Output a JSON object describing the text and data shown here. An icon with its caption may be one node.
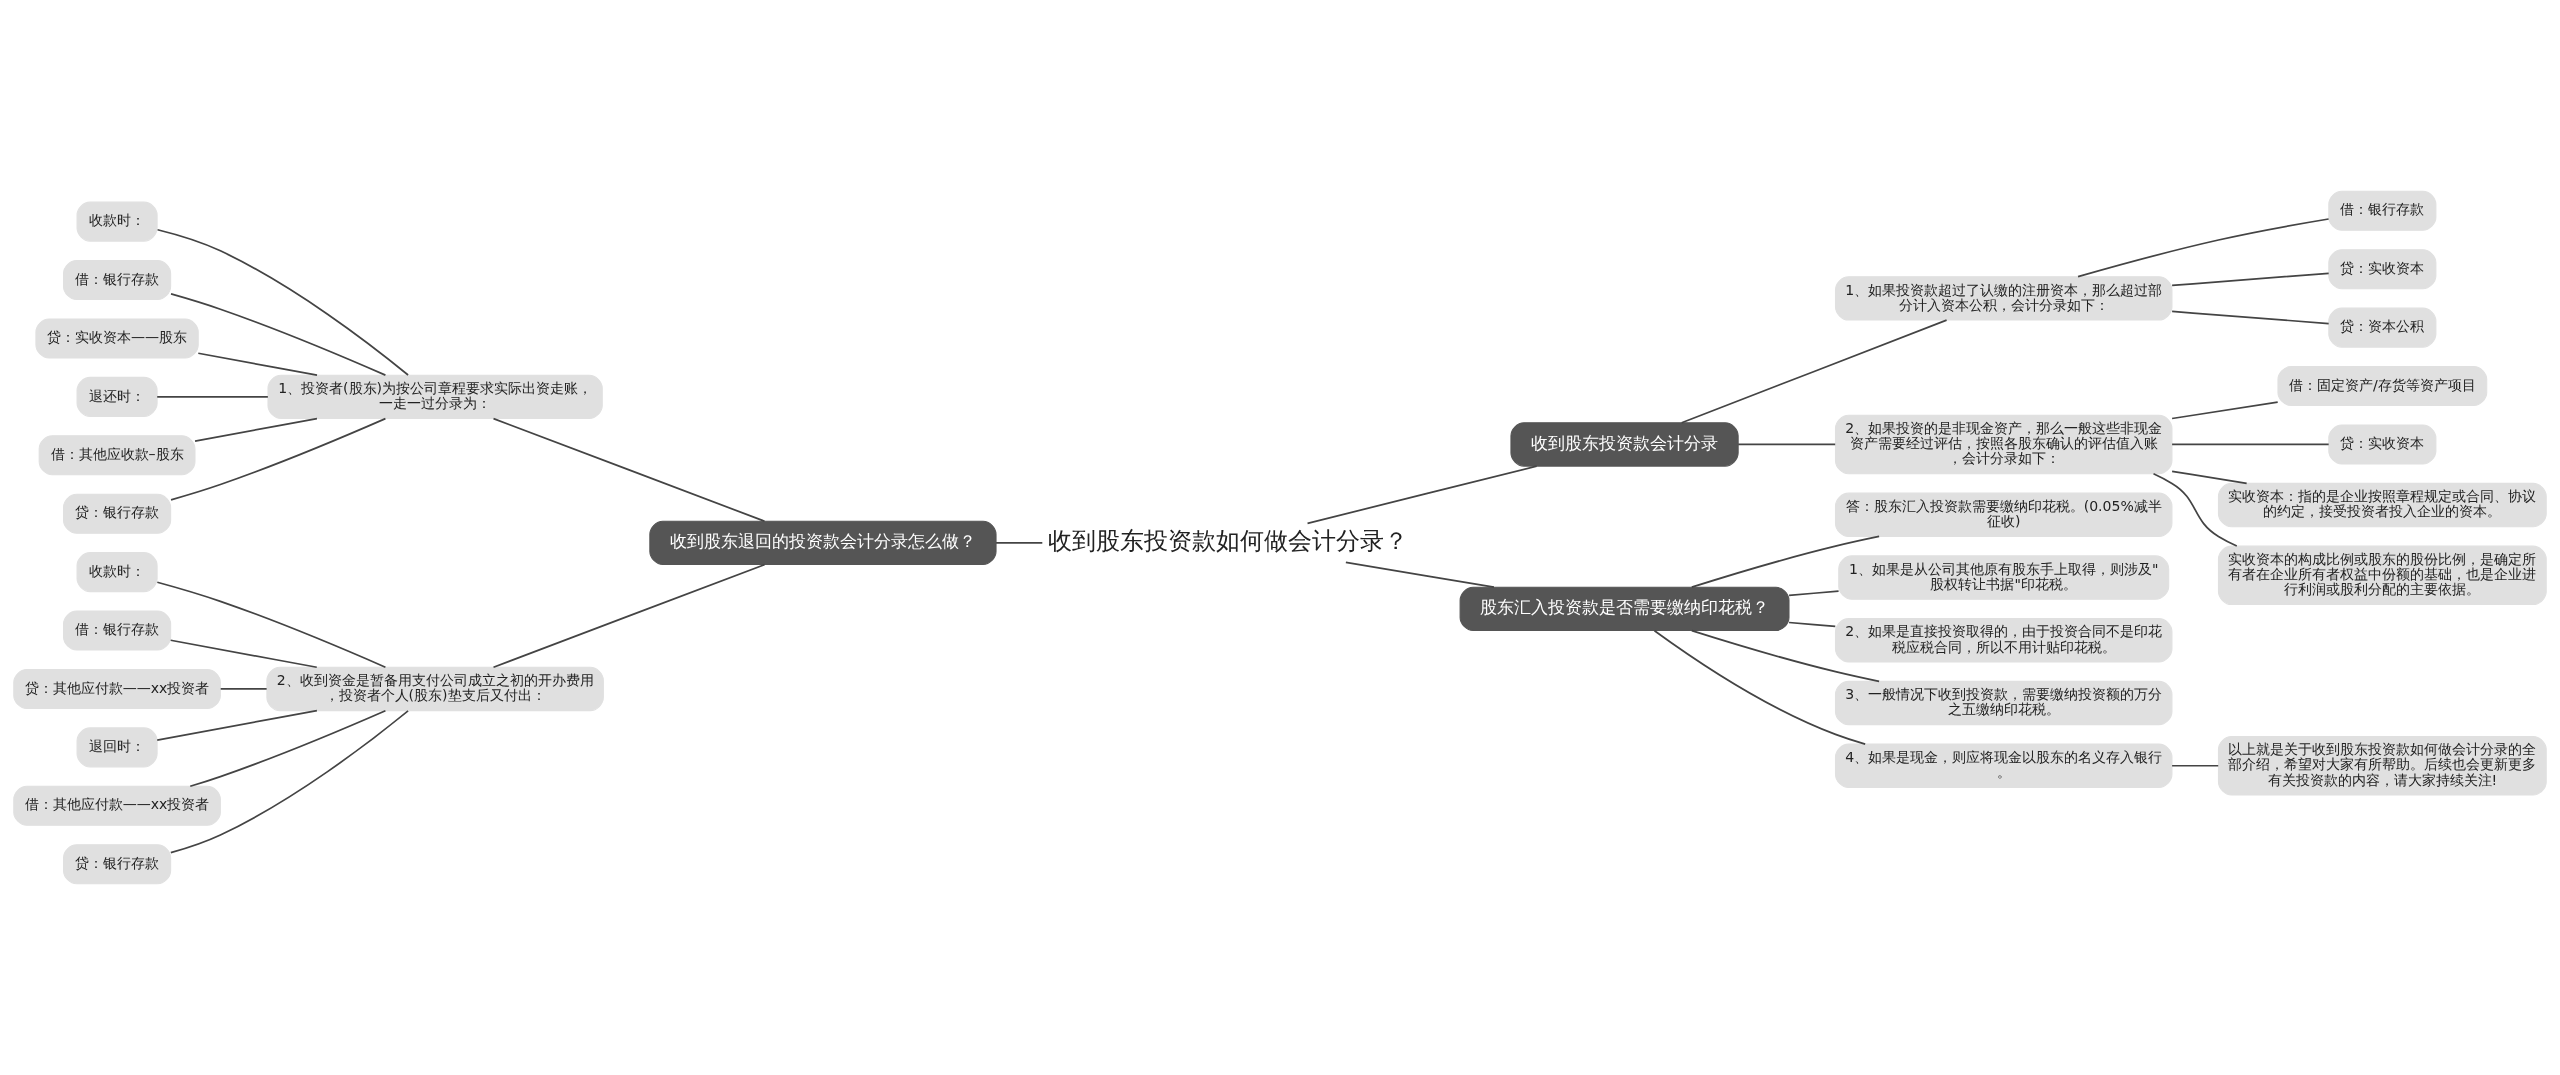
{
  "diagram": {
    "nodes": [
      {
        "text": [
          "收到股东投资款如何做会计分录？"
        ]
      },
      {
        "text": [
          "收到股东投资款会计分录"
        ]
      },
      {
        "text": [
          "1、如果投资款超过了认缴的注册资本，那么超过部分计入资本公积，会计分录如下："
        ]
      },
      {
        "text": [
          "借：银行存款"
        ]
      },
      {
        "text": [
          "贷：实收资本"
        ]
      },
      {
        "text": [
          "贷：资本公积"
        ]
      },
      {
        "text": [
          "2、如果投资的是非现金资产，那么一般这些非现金资产需要经过评估，按照各股东确认的评估值入账，会计分录如下："
        ]
      },
      {
        "text": [
          "借：固定资产/存货等资产项目"
        ]
      },
      {
        "text": [
          "贷：实收资本"
        ]
      },
      {
        "text": [
          "实收资本：指的是企业按照章程规定或合同、协议的约定，接受投资者投入企业的资本。"
        ]
      },
      {
        "text": [
          "实收资本的构成比例或股东的股份比例，是确定所有者在企业所有者权益中份额的基础，也是企业进行利润或股利分配的主要依据。"
        ]
      },
      {
        "text": [
          "股东汇入投资款是否需要缴纳印花税？"
        ]
      },
      {
        "text": [
          "答：股东汇入投资款需要缴纳印花税。(0.05%减半征收)"
        ]
      },
      {
        "text": [
          "1、如果是从公司其他原有股东手上取得，则涉及\"股权转让书据\"印花税。"
        ]
      },
      {
        "text": [
          "2、如果是直接投资取得的，由于投资合同不是印花税应税合同，所以不用计贴印花税。"
        ]
      },
      {
        "text": [
          "3、一般情况下收到投资款，需要缴纳投资额的万分之五缴纳印花税。"
        ]
      },
      {
        "text": [
          "4、如果是现金，则应将现金以股东的名义存入银行。"
        ]
      },
      {
        "text": [
          "以上就是关于收到股东投资款如何做会计分录的全部介绍，希望对大家有所帮助。后续也会更新更多有关投资款的内容，请大家持续关注!"
        ]
      },
      {
        "text": [
          "收到股东退回的投资款会计分录怎么做？"
        ]
      },
      {
        "text": [
          "1、投资者(股东)为按公司章程要求实际出资走账，一走一过分录为："
        ]
      },
      {
        "text": [
          "收款时："
        ]
      },
      {
        "text": [
          "借：银行存款"
        ]
      },
      {
        "text": [
          "贷：实收资本——股东"
        ]
      },
      {
        "text": [
          "退还时："
        ]
      },
      {
        "text": [
          "借：其他应收款–股东"
        ]
      },
      {
        "text": [
          "贷：银行存款"
        ]
      },
      {
        "text": [
          "2、收到资金是暂备用支付公司成立之初的开办费用，投资者个人(股东)垫支后又付出："
        ]
      },
      {
        "text": [
          "收款时："
        ]
      },
      {
        "text": [
          "借：银行存款"
        ]
      },
      {
        "text": [
          "贷：其他应付款——xx投资者"
        ]
      },
      {
        "text": [
          "退回时："
        ]
      },
      {
        "text": [
          "借：其他应付款——xx投资者"
        ]
      },
      {
        "text": [
          "贷：银行存款"
        ]
      }
    ],
    "edges": [
      {
        "from": 0,
        "to": 1,
        "arrow": "none"
      },
      {
        "from": 1,
        "to": 2,
        "arrow": "none"
      },
      {
        "from": 2,
        "to": 3,
        "arrow": "none"
      },
      {
        "from": 2,
        "to": 4,
        "arrow": "none"
      },
      {
        "from": 2,
        "to": 5,
        "arrow": "none"
      },
      {
        "from": 1,
        "to": 6,
        "arrow": "none"
      },
      {
        "from": 6,
        "to": 7,
        "arrow": "none"
      },
      {
        "from": 6,
        "to": 8,
        "arrow": "none"
      },
      {
        "from": 6,
        "to": 9,
        "arrow": "none"
      },
      {
        "from": 6,
        "to": 10,
        "arrow": "none"
      },
      {
        "from": 0,
        "to": 11,
        "arrow": "none"
      },
      {
        "from": 11,
        "to": 12,
        "arrow": "none"
      },
      {
        "from": 11,
        "to": 13,
        "arrow": "none"
      },
      {
        "from": 11,
        "to": 14,
        "arrow": "none"
      },
      {
        "from": 11,
        "to": 15,
        "arrow": "none"
      },
      {
        "from": 11,
        "to": 16,
        "arrow": "none"
      },
      {
        "from": 16,
        "to": 17,
        "arrow": "none"
      },
      {
        "from": 0,
        "to": 18,
        "arrow": "none"
      },
      {
        "from": 18,
        "to": 19,
        "arrow": "none"
      },
      {
        "from": 19,
        "to": 20,
        "arrow": "none"
      },
      {
        "from": 19,
        "to": 21,
        "arrow": "none"
      },
      {
        "from": 19,
        "to": 22,
        "arrow": "none"
      },
      {
        "from": 19,
        "to": 23,
        "arrow": "none"
      },
      {
        "from": 19,
        "to": 24,
        "arrow": "none"
      },
      {
        "from": 19,
        "to": 25,
        "arrow": "none"
      },
      {
        "from": 18,
        "to": 26,
        "arrow": "none"
      },
      {
        "from": 26,
        "to": 27,
        "arrow": "none"
      },
      {
        "from": 26,
        "to": 28,
        "arrow": "none"
      },
      {
        "from": 26,
        "to": 29,
        "arrow": "none"
      },
      {
        "from": 26,
        "to": 30,
        "arrow": "none"
      },
      {
        "from": 26,
        "to": 31,
        "arrow": "none"
      },
      {
        "from": 26,
        "to": 32,
        "arrow": "none"
      }
    ]
  }
}
